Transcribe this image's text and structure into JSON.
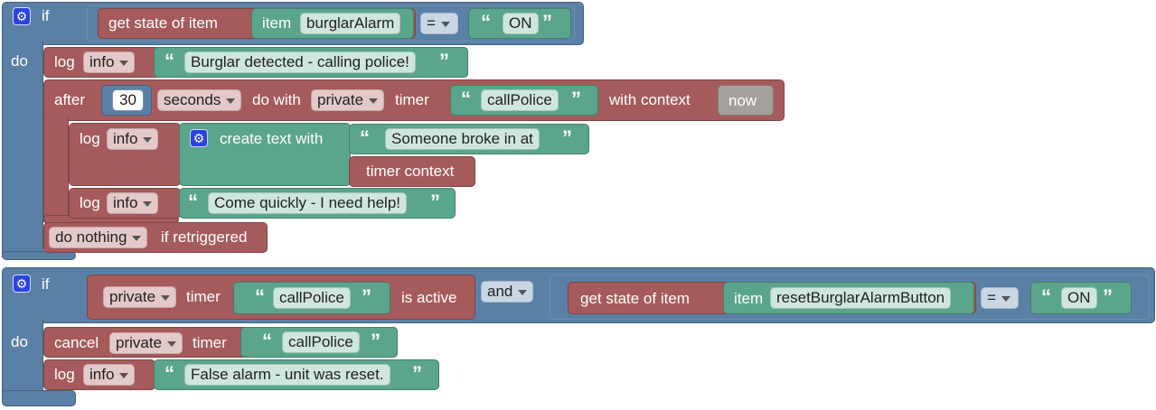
{
  "block1": {
    "if_label": "if",
    "do_label": "do",
    "get_state_label": "get state of item",
    "item_label": "item",
    "item_name": "burglarAlarm",
    "operator": "=",
    "on_value": "ON",
    "log1": {
      "label": "log",
      "level": "info",
      "message": "Burglar detected - calling police!"
    },
    "after_label": "after",
    "after_value": "30",
    "unit": "seconds",
    "do_with_label": "do with",
    "scope": "private",
    "timer_label": "timer",
    "timer_name": "callPolice",
    "with_context_label": "with context",
    "context_value": "now",
    "log2": {
      "label": "log",
      "level": "info"
    },
    "create_text_label": "create text with",
    "text_piece": "Someone broke in at",
    "timer_context_label": "timer context",
    "log3": {
      "label": "log",
      "level": "info",
      "message": "Come quickly - I need help!"
    },
    "retrigger_option": "do nothing",
    "retrigger_label": "if retriggered"
  },
  "block2": {
    "if_label": "if",
    "do_label": "do",
    "scope": "private",
    "timer_label": "timer",
    "timer_name": "callPolice",
    "is_active_label": "is active",
    "and_label": "and",
    "get_state_label": "get state of item",
    "item_label": "item",
    "item_name": "resetBurglarAlarmButton",
    "operator": "=",
    "on_value": "ON",
    "cancel_label": "cancel",
    "cancel_scope": "private",
    "cancel_timer_label": "timer",
    "cancel_timer_name": "callPolice",
    "log": {
      "label": "log",
      "level": "info",
      "message": "False alarm - unit was reset."
    }
  },
  "colors": {
    "logic_blue": "#5b80a5",
    "action_red": "#a55b5b",
    "text_green": "#5ba58c",
    "context_gray": "#a5a09b"
  }
}
